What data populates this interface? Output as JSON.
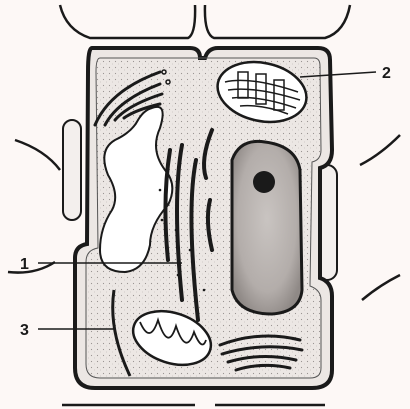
{
  "diagram": {
    "labels": [
      {
        "id": "1",
        "text": "1"
      },
      {
        "id": "2",
        "text": "2"
      },
      {
        "id": "3",
        "text": "3"
      }
    ]
  },
  "colors": {
    "background": "#fdf8f6",
    "ink": "#1a1a1a",
    "cytoplasm": "#ece7e4"
  }
}
